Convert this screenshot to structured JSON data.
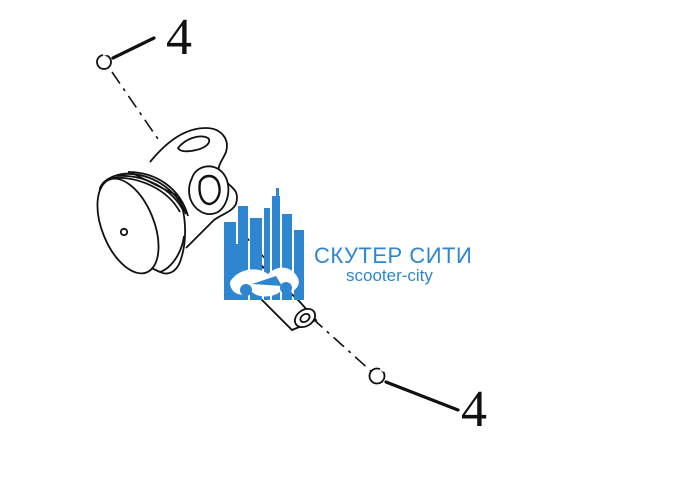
{
  "diagram": {
    "callouts": [
      {
        "id": "top",
        "label": "4"
      },
      {
        "id": "bottom",
        "label": "4"
      }
    ],
    "parts": [
      "piston",
      "piston-rings",
      "piston-pin",
      "circlip",
      "circlip"
    ]
  },
  "watermark": {
    "title": "СКУТЕР СИТИ",
    "subtitle": "scooter-city",
    "color": "#2f86d0"
  },
  "colors": {
    "line": "#111111",
    "background": "#ffffff"
  }
}
